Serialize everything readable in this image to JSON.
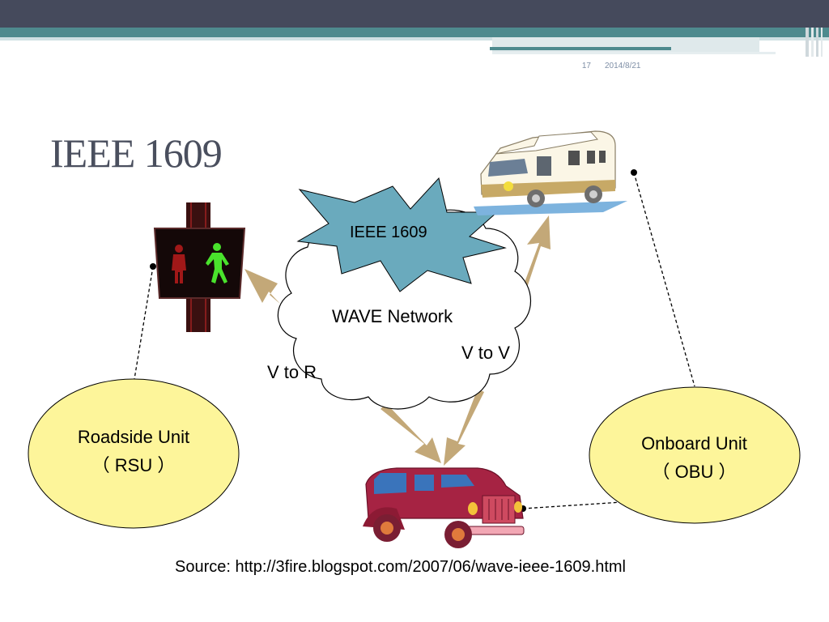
{
  "slide": {
    "page_number": "17",
    "date": "2014/8/21",
    "title": "IEEE 1609"
  },
  "diagram": {
    "burst_label": "IEEE 1609",
    "cloud_label": "WAVE Network",
    "v_to_r_label": "V to R",
    "v_to_v_label": "V to V",
    "rsu": {
      "line1": "Roadside Unit",
      "line2": "（ RSU ）"
    },
    "obu": {
      "line1": "Onboard Unit",
      "line2": "（ OBU ）"
    }
  },
  "source": "Source: http://3fire.blogspot.com/2007/06/wave-ieee-1609.html",
  "colors": {
    "top_bar": "#454a5c",
    "teal": "#4e8a8e",
    "ellipse_fill": "#fdf59a",
    "burst_fill": "#6aaabd",
    "arrow": "#c3a878",
    "car_body": "#a62343"
  }
}
